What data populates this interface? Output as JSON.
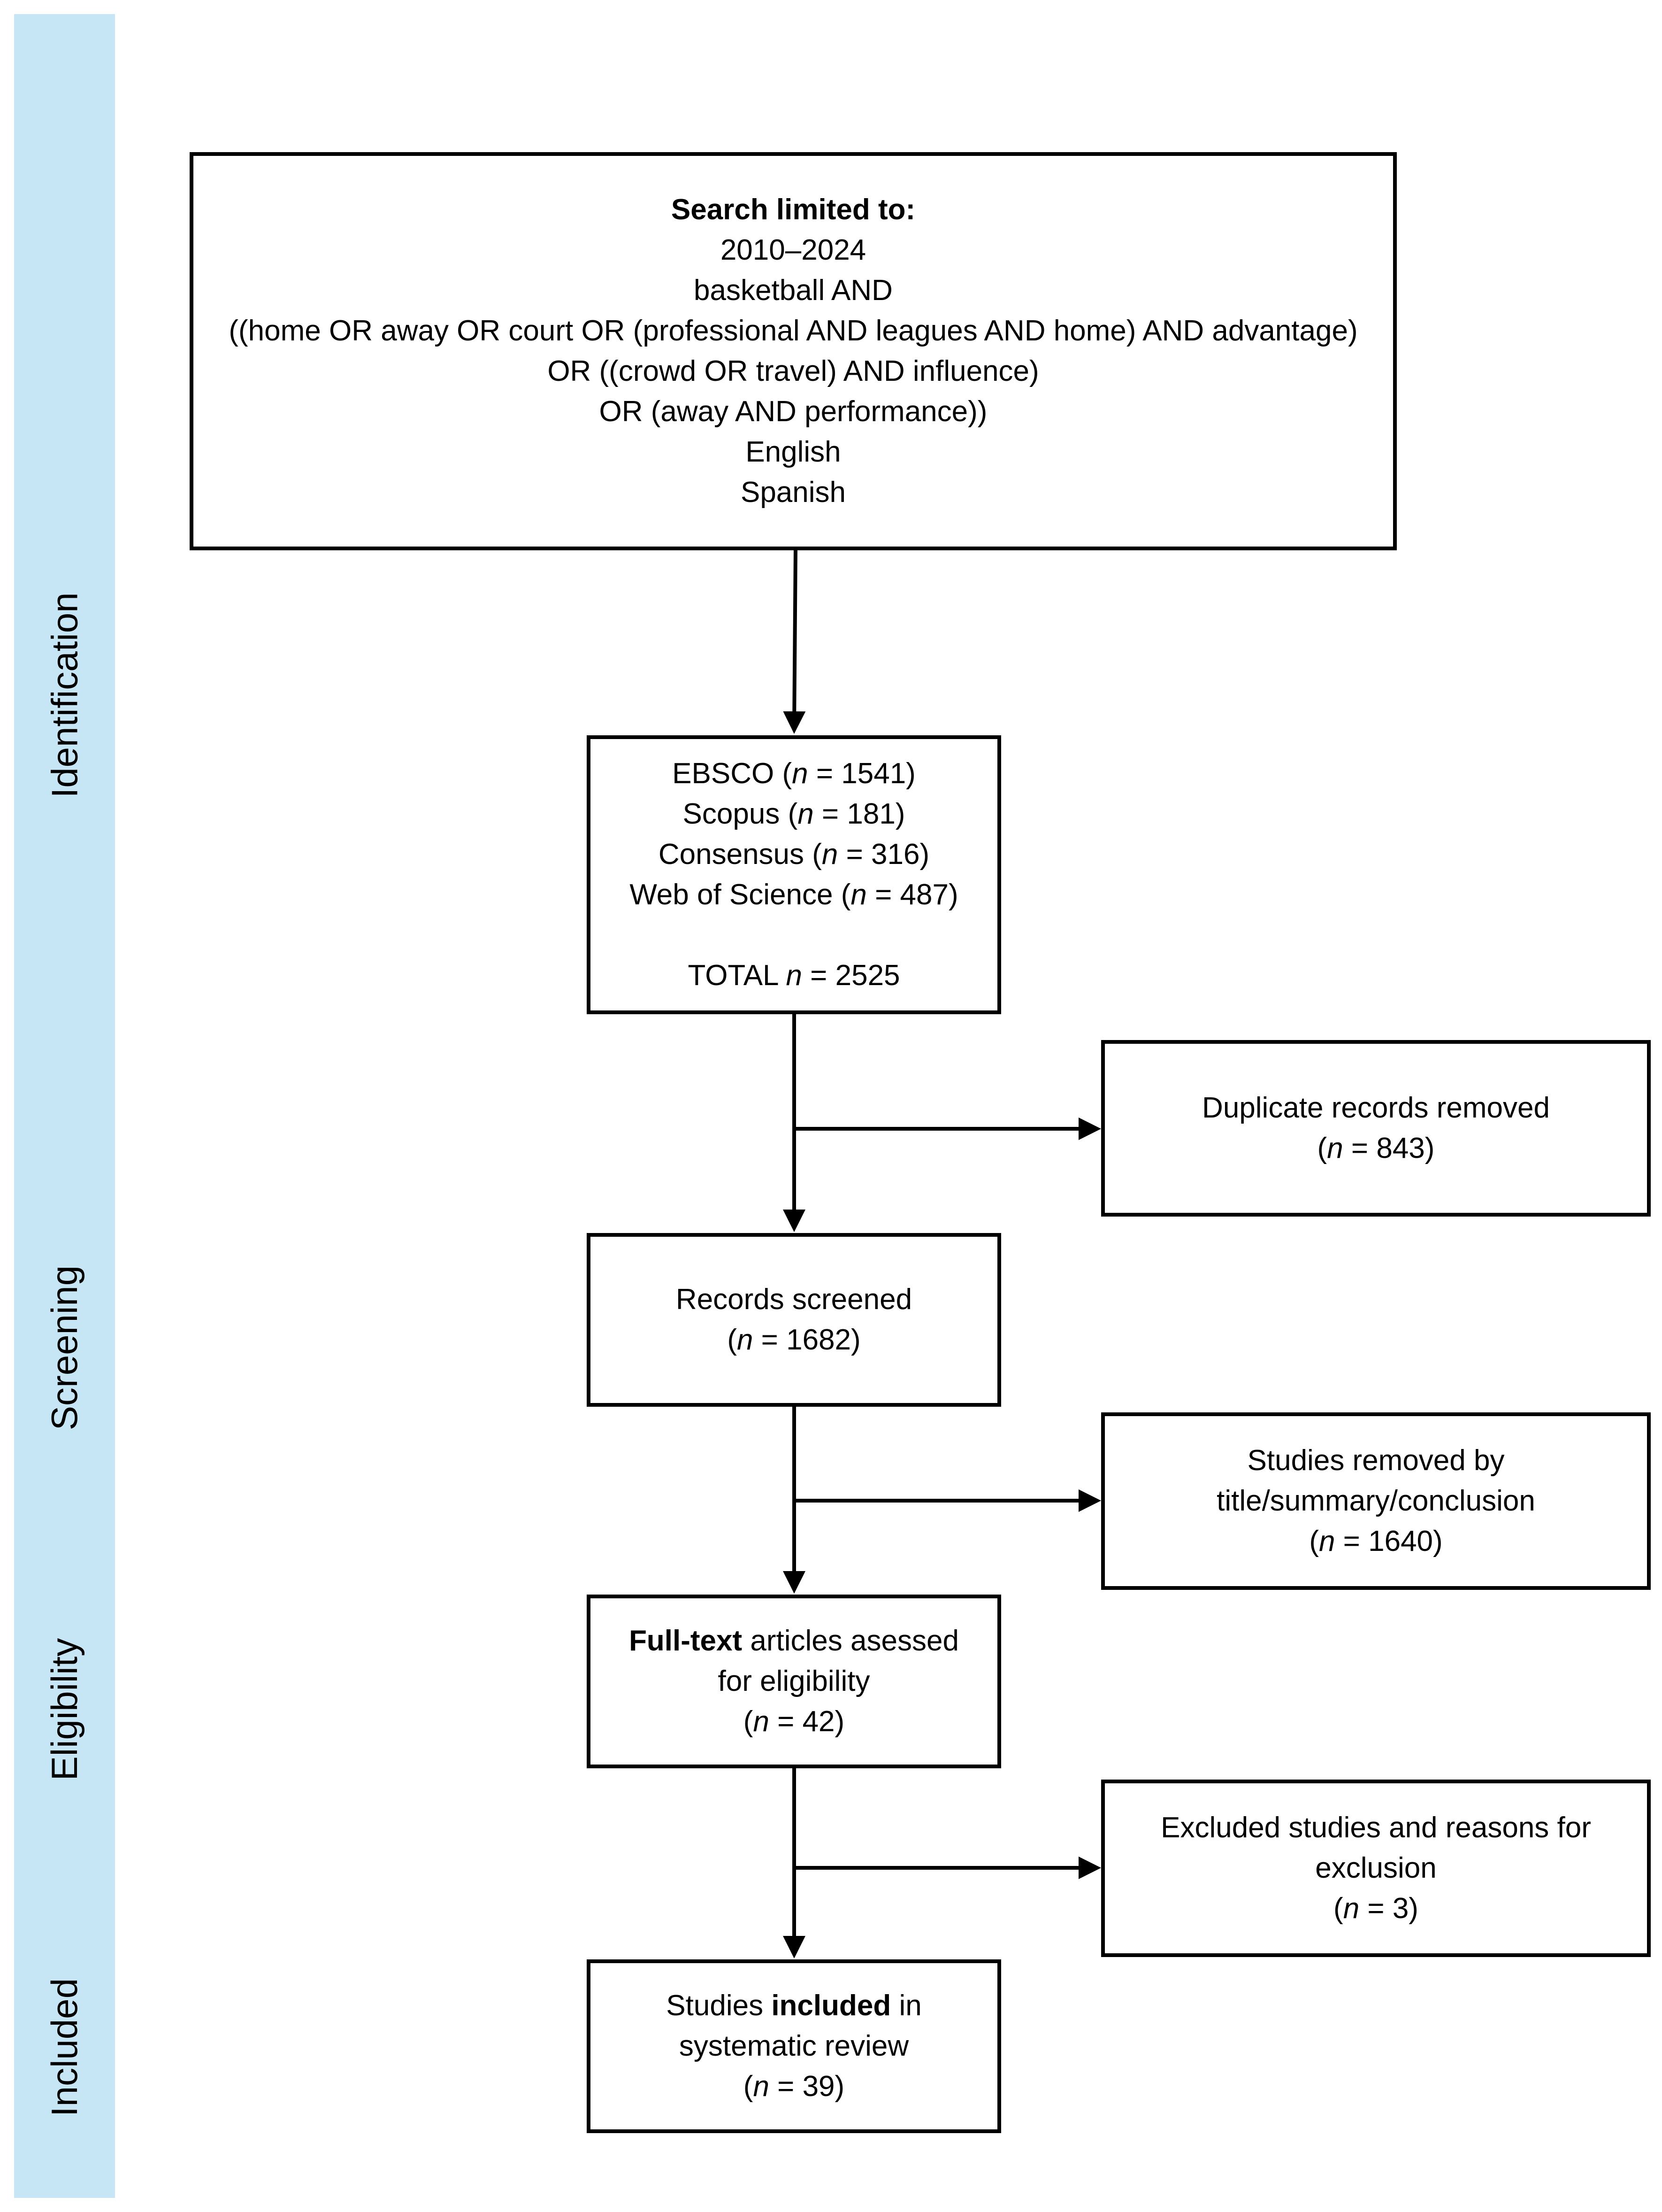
{
  "phases": [
    "Identification",
    "Screening",
    "Eligibility",
    "Included"
  ],
  "search": {
    "heading": "Search limited to:",
    "lines": [
      "2010–2024",
      "basketball AND",
      "((home OR away OR court OR (professional AND leagues AND home) AND advantage)",
      "OR ((crowd OR travel) AND influence)",
      "OR (away AND performance))",
      "English",
      "Spanish"
    ]
  },
  "databases": {
    "items": [
      {
        "name": "EBSCO (",
        "n": "n",
        "value": " = 1541)"
      },
      {
        "name": "Scopus (",
        "n": "n",
        "value": " = 181)"
      },
      {
        "name": "Consensus  (",
        "n": "n",
        "value": " = 316)"
      },
      {
        "name": "Web of Science (",
        "n": "n",
        "value": " = 487)"
      }
    ],
    "total_prefix": "TOTAL ",
    "total_n": "n",
    "total_value": " = 2525"
  },
  "duplicates": {
    "label": "Duplicate records removed",
    "open": "(",
    "n": "n",
    "value": " = 843)"
  },
  "screened": {
    "label": "Records screened",
    "open": "(",
    "n": "n",
    "value": " = 1682)"
  },
  "removed": {
    "line1": "Studies removed by",
    "line2": "title/summary/conclusion",
    "open": "(",
    "n": "n",
    "value": " = 1640)"
  },
  "fulltext": {
    "bold": "Full-text",
    "rest": " articles asessed",
    "line2": "for eligibility",
    "open": "(",
    "n": "n",
    "value": " = 42)"
  },
  "excluded": {
    "line1": "Excluded studies and reasons for",
    "line2": "exclusion",
    "open": "(",
    "n": "n",
    "value": " = 3)"
  },
  "included": {
    "pre": "Studies ",
    "bold": "included",
    "post": " in",
    "line2": "systematic review",
    "open": "(",
    "n": "n",
    "value": " = 39)"
  }
}
